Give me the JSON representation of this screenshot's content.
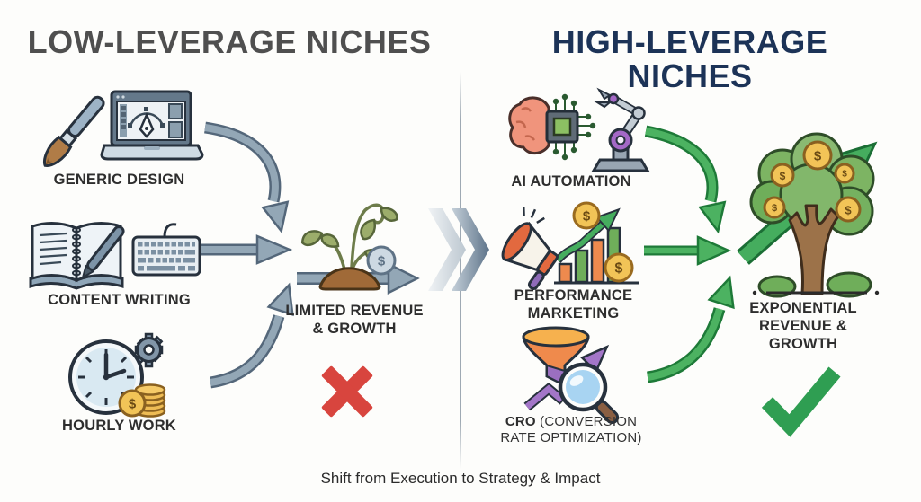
{
  "header": {
    "left_title": "LOW-LEVERAGE NICHES",
    "right_title": "HIGH-LEVERAGE NICHES"
  },
  "left_panel": {
    "items": [
      {
        "label": "GENERIC DESIGN",
        "icons": [
          "paintbrush-icon",
          "design-laptop-icon"
        ]
      },
      {
        "label": "CONTENT WRITING",
        "icons": [
          "notebook-pen-icon",
          "keyboard-icon"
        ]
      },
      {
        "label": "HOURLY WORK",
        "icons": [
          "clock-icon",
          "gear-icon",
          "coin-stack-icon"
        ]
      }
    ],
    "outcome": {
      "icon": "wilting-plant-icon",
      "lines": [
        "LIMITED REVENUE",
        "& GROWTH"
      ],
      "status_icon": "red-x-icon"
    }
  },
  "right_panel": {
    "items": [
      {
        "label": "AI AUTOMATION",
        "icons": [
          "ai-brain-chip-icon",
          "robot-arm-icon"
        ]
      },
      {
        "label_lines": [
          "PERFORMANCE",
          "MARKETING"
        ],
        "icons": [
          "megaphone-icon",
          "growth-chart-icon",
          "dollar-coin-icon"
        ]
      },
      {
        "label_bold": "CRO",
        "label_rest": " (CONVERSION RATE OPTIMIZATION)",
        "icons": [
          "funnel-icon",
          "magnifier-icon",
          "zigzag-arrow-icon"
        ]
      }
    ],
    "outcome": {
      "icon": "money-tree-icon",
      "lines": [
        "EXPONENTIAL",
        "REVENUE &",
        "GROWTH"
      ],
      "status_icon": "green-check-icon"
    }
  },
  "symbols": {
    "dollar": "$"
  },
  "footer": {
    "caption": "Shift from Execution to Strategy & Impact"
  },
  "colors": {
    "left_title": "#4f4f4f",
    "right_title": "#1c3357",
    "label_text": "#2e2e2e",
    "red_x": "#d8453e",
    "green_check": "#2f9e52",
    "gray_arrow": "#93a7b6",
    "green_arrow": "#45ad5e",
    "divider": "#94a0ab",
    "background": "#fdfdfb"
  }
}
